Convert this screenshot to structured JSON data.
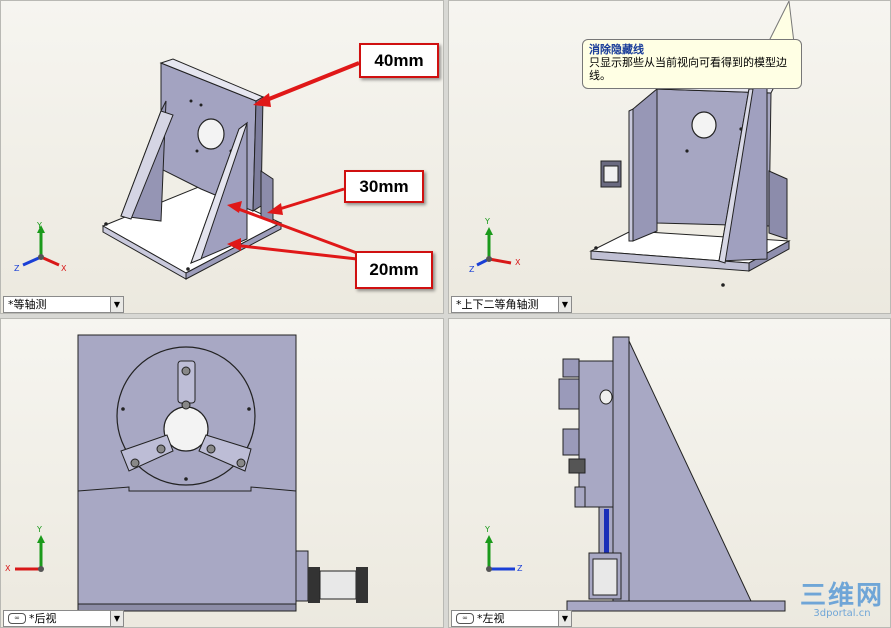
{
  "viewports": {
    "isometric": {
      "view_label": "*等轴测"
    },
    "dimetric": {
      "view_label": "*上下二等角轴测"
    },
    "back": {
      "view_label": "*后视"
    },
    "left": {
      "view_label": "*左视"
    }
  },
  "callouts": {
    "top_thickness": "40mm",
    "mid_thickness": "30mm",
    "rib_thickness": "20mm"
  },
  "tooltip": {
    "title": "消除隐藏线",
    "body": "只显示那些从当前视向可看得到的模型边线。"
  },
  "triad": {
    "x": "X",
    "y": "Y",
    "z": "Z"
  },
  "watermark": {
    "name": "三维网",
    "url": "3dportal.cn"
  },
  "colors": {
    "part_face": "#a8a8c4",
    "part_light": "#e9e9f3",
    "callout_border": "#d01010",
    "arrow": "#e01818"
  }
}
